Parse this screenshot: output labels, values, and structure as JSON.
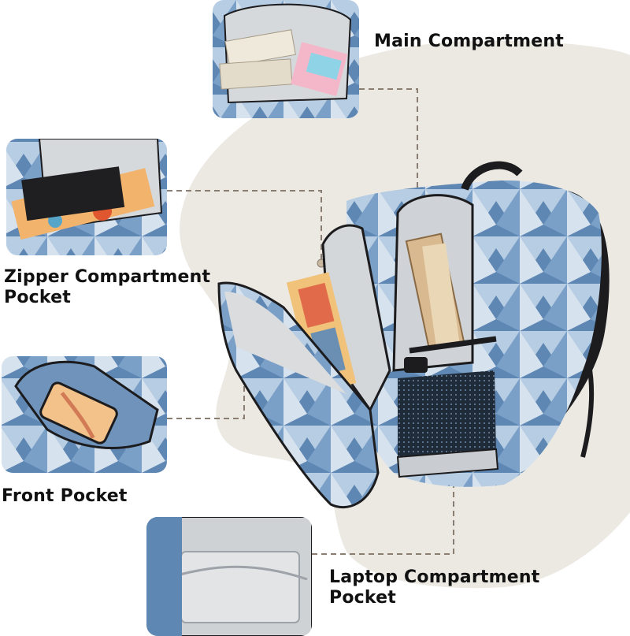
{
  "labels": {
    "main_compartment": "Main Compartment",
    "zipper_line1": "Zipper Compartment",
    "zipper_line2": "Pocket",
    "front_pocket": "Front Pocket",
    "laptop_line1": "Laptop Compartment",
    "laptop_line2": "Pocket"
  },
  "colors": {
    "background_blob": "#ece9e3",
    "bag_blue_light": "#a9c3dc",
    "bag_blue_mid": "#6f93bb",
    "bag_blue_dark": "#3f6a98",
    "lining_grey": "#d8dadc",
    "strap_black": "#1c1c1e",
    "leader_line": "#8a7d72"
  },
  "icons": {
    "main": "backpack-main-compartment-photo",
    "zipper": "zipper-compartment-photo",
    "front": "front-pocket-photo",
    "laptop": "laptop-compartment-photo",
    "backpack": "backpack-product-photo"
  }
}
